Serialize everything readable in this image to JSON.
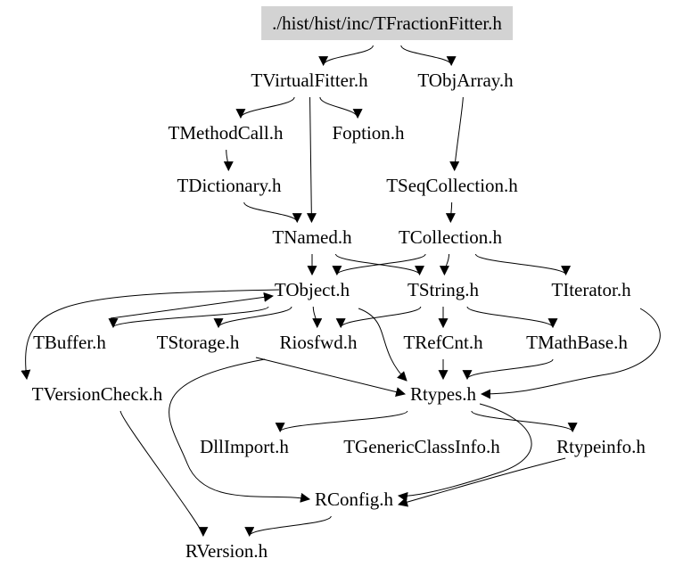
{
  "graph": {
    "root": "./hist/hist/inc/TFractionFitter.h",
    "nodes": {
      "root": "./hist/hist/inc/TFractionFitter.h",
      "tvirtualfitter": "TVirtualFitter.h",
      "tobjarray": "TObjArray.h",
      "tmethodcall": "TMethodCall.h",
      "foption": "Foption.h",
      "tdictionary": "TDictionary.h",
      "tseqcollection": "TSeqCollection.h",
      "tnamed": "TNamed.h",
      "tcollection": "TCollection.h",
      "tobject": "TObject.h",
      "tstring": "TString.h",
      "titerator": "TIterator.h",
      "tbuffer": "TBuffer.h",
      "tstorage": "TStorage.h",
      "riosfwd": "Riosfwd.h",
      "trefcnt": "TRefCnt.h",
      "tmathbase": "TMathBase.h",
      "tversioncheck": "TVersionCheck.h",
      "rtypes": "Rtypes.h",
      "dllimport": "DllImport.h",
      "tgenericclassinfo": "TGenericClassInfo.h",
      "rtypeinfo": "Rtypeinfo.h",
      "rconfig": "RConfig.h",
      "rversion": "RVersion.h"
    },
    "edges": [
      [
        "root",
        "tvirtualfitter"
      ],
      [
        "root",
        "tobjarray"
      ],
      [
        "tvirtualfitter",
        "tmethodcall"
      ],
      [
        "tvirtualfitter",
        "foption"
      ],
      [
        "tvirtualfitter",
        "tnamed"
      ],
      [
        "tobjarray",
        "tseqcollection"
      ],
      [
        "tmethodcall",
        "tdictionary"
      ],
      [
        "tdictionary",
        "tnamed"
      ],
      [
        "tseqcollection",
        "tcollection"
      ],
      [
        "tnamed",
        "tobject"
      ],
      [
        "tnamed",
        "tstring"
      ],
      [
        "tcollection",
        "tobject"
      ],
      [
        "tcollection",
        "tstring"
      ],
      [
        "tcollection",
        "titerator"
      ],
      [
        "tobject",
        "tbuffer"
      ],
      [
        "tobject",
        "tstorage"
      ],
      [
        "tobject",
        "riosfwd"
      ],
      [
        "tobject",
        "rtypes"
      ],
      [
        "tobject",
        "tversioncheck"
      ],
      [
        "tbuffer",
        "tobject"
      ],
      [
        "tstring",
        "riosfwd"
      ],
      [
        "tstring",
        "trefcnt"
      ],
      [
        "tstring",
        "tmathbase"
      ],
      [
        "trefcnt",
        "rtypes"
      ],
      [
        "tmathbase",
        "rtypes"
      ],
      [
        "titerator",
        "rtypes"
      ],
      [
        "riosfwd",
        "rconfig"
      ],
      [
        "riosfwd",
        "rtypes"
      ],
      [
        "rtypes",
        "dllimport"
      ],
      [
        "rtypes",
        "rtypeinfo"
      ],
      [
        "rtypes",
        "rconfig"
      ],
      [
        "rtypeinfo",
        "rconfig"
      ],
      [
        "tversioncheck",
        "rversion"
      ],
      [
        "rconfig",
        "rversion"
      ]
    ]
  }
}
